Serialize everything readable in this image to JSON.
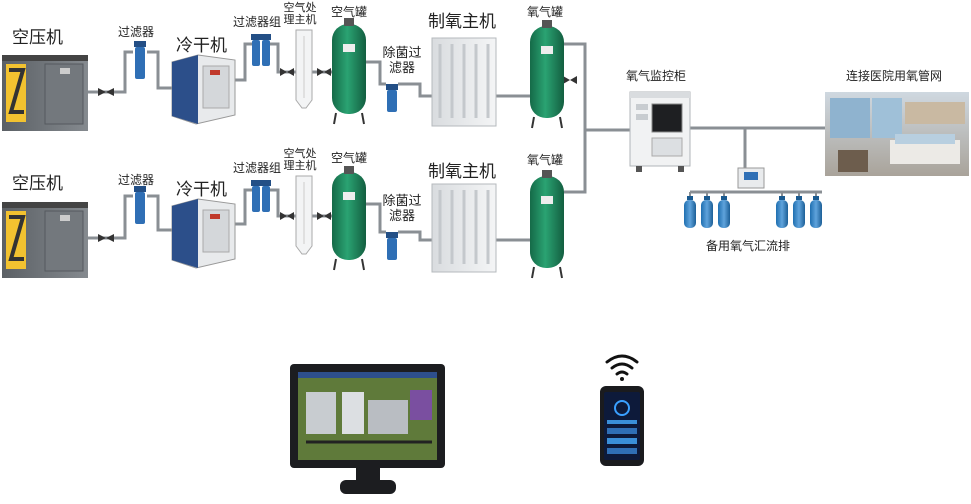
{
  "rows": [
    {
      "compressor": "空压机",
      "filter": "过滤器",
      "dryer": "冷干机",
      "filter_group": "过滤器组",
      "air_treatment": "空气处理主机",
      "air_tank": "空气罐",
      "sterile_filter": "除菌过滤器",
      "oxygen_generator": "制氧主机",
      "oxygen_tank": "氧气罐"
    },
    {
      "compressor": "空压机",
      "filter": "过滤器",
      "dryer": "冷干机",
      "filter_group": "过滤器组",
      "air_treatment": "空气处理主机",
      "air_tank": "空气罐",
      "sterile_filter": "除菌过滤器",
      "oxygen_generator": "制氧主机",
      "oxygen_tank": "氧气罐"
    }
  ],
  "monitor_cabinet": "氧气监控柜",
  "hospital_network": "连接医院用氧管网",
  "backup_manifold": "备用氧气汇流排",
  "colors": {
    "pipe": "#8a8f94",
    "tank_green": "#1f8f63",
    "filter_blue": "#2f6fb5",
    "compressor_gray": "#6b7075",
    "accent_yellow": "#f2c230"
  },
  "icons": [
    "wifi-icon",
    "computer-monitor-icon",
    "smartphone-icon",
    "valve-icon",
    "oxygen-cylinder-icon"
  ]
}
